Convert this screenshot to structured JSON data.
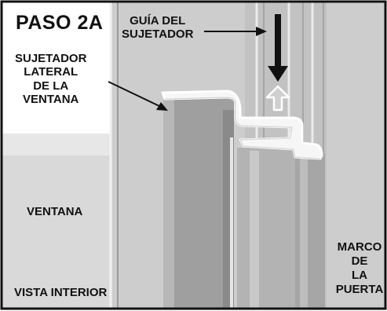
{
  "step_title": "PASO 2A",
  "labels": {
    "fastener_guide": [
      "GUÍA DEL",
      "SUJETADOR"
    ],
    "side_window_fastener": [
      "SUJETADOR",
      "LATERAL",
      "DE LA",
      "VENTANA"
    ],
    "window": "VENTANA",
    "interior_view": "VISTA INTERIOR",
    "door_frame": [
      "MARCO",
      "DE",
      "LA",
      "PUERTA"
    ]
  },
  "colors": {
    "border": "#111111",
    "panel_white": "#ffffff",
    "panel_light_gray": "#e4e4e4",
    "frame_gray": "#cfcfcf",
    "window_gray": "#b9b9b9",
    "fastener_gray": "#9d9d9d",
    "outline_white": "#ffffff",
    "arrow": "#111111"
  },
  "icons": {
    "downward_arrow": "arrow-down-icon",
    "upward_arrow": "arrow-up-outline-icon"
  }
}
